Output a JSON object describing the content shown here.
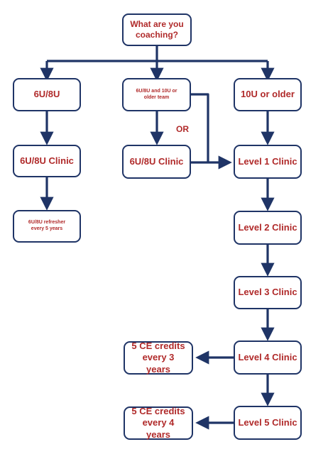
{
  "diagram": {
    "question": "What are you coaching?",
    "col_left": {
      "top": "6U/8U",
      "clinic": "6U/8U Clinic",
      "refresher": "6U/8U refresher every 5 years"
    },
    "col_mid": {
      "top": "6U/8U  and 10U or older team",
      "or_label": "OR",
      "clinic": "6U/8U Clinic"
    },
    "col_right": {
      "top": "10U or older",
      "level1": "Level 1 Clinic",
      "level2": "Level 2 Clinic",
      "level3": "Level 3 Clinic",
      "level4": "Level 4 Clinic",
      "level5": "Level 5 Clinic"
    },
    "ce3": "5 CE credits every 3 years",
    "ce4": "5 CE credits every 4 years",
    "colors": {
      "line": "#1f3466",
      "text": "#b02a2a"
    }
  }
}
